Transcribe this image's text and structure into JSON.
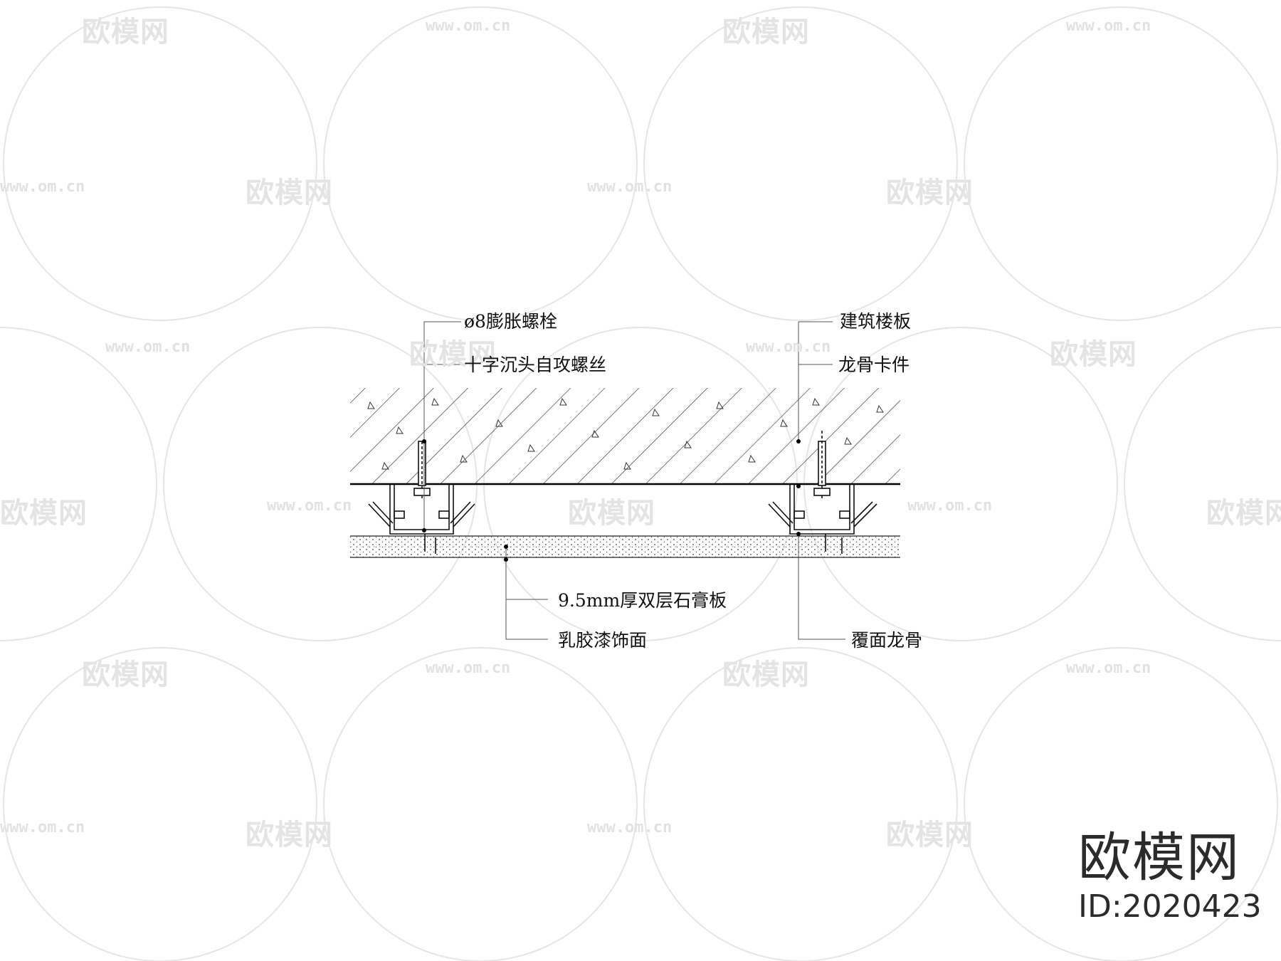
{
  "labels": {
    "bolt": "ø8膨胀螺栓",
    "screw": "十字沉头自攻螺丝",
    "slab": "建筑楼板",
    "clip": "龙骨卡件",
    "board": "9.5mm厚双层石膏板",
    "paint": "乳胶漆饰面",
    "keel": "覆面龙骨"
  },
  "watermark": {
    "brand_text": "欧模网",
    "url_text": "www.om.cn"
  },
  "branding": {
    "name": "欧模网",
    "id": "ID:2020423"
  }
}
